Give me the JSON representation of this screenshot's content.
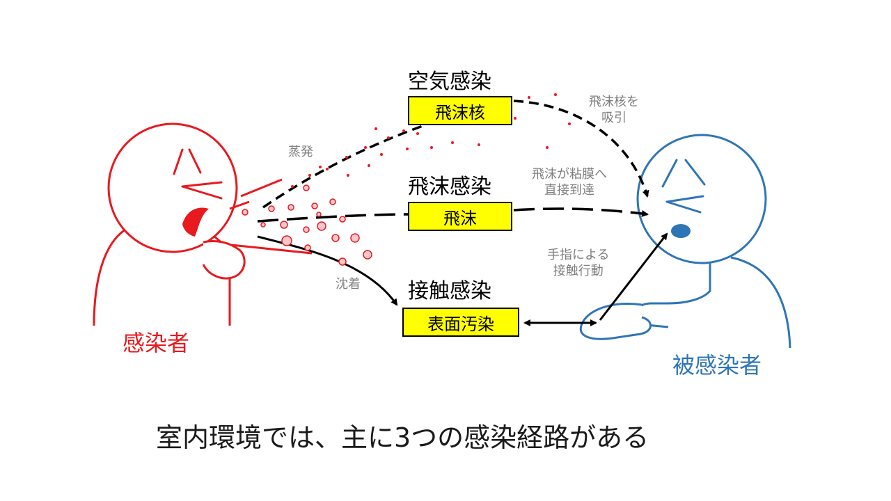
{
  "colors": {
    "infector": "#e8191f",
    "infectee": "#2e75b6",
    "box_fill": "#ffff00",
    "note_text": "#7f7f7f"
  },
  "people": {
    "infector": "感染者",
    "infectee": "被感染者"
  },
  "routes": {
    "airborne": {
      "title": "空気感染",
      "box": "飛沫核"
    },
    "droplet": {
      "title": "飛沫感染",
      "box": "飛沫"
    },
    "contact": {
      "title": "接触感染",
      "box": "表面汚染"
    }
  },
  "notes": {
    "evaporation": "蒸発",
    "deposition": "沈着",
    "inhale_line1": "飛沫核を",
    "inhale_line2": "吸引",
    "mucosa_line1": "飛沫が粘膜へ",
    "mucosa_line2": "直接到達",
    "hand_line1": "手指による",
    "hand_line2": "接触行動"
  },
  "caption": "室内環境では、主に3つの感染経路がある"
}
